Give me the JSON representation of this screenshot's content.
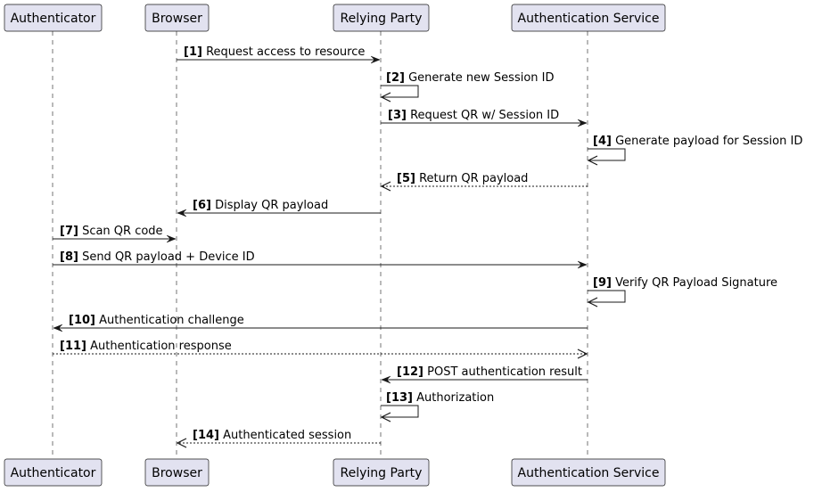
{
  "participants": [
    {
      "id": "authenticator",
      "label": "Authenticator"
    },
    {
      "id": "browser",
      "label": "Browser"
    },
    {
      "id": "relying_party",
      "label": "Relying Party"
    },
    {
      "id": "auth_service",
      "label": "Authentication Service"
    }
  ],
  "messages": [
    {
      "num": "[1]",
      "text": "Request access to resource",
      "from": "browser",
      "to": "relying_party",
      "style": "solid"
    },
    {
      "num": "[2]",
      "text": "Generate new Session ID",
      "from": "relying_party",
      "to": "relying_party",
      "style": "solid"
    },
    {
      "num": "[3]",
      "text": "Request QR w/ Session ID",
      "from": "relying_party",
      "to": "auth_service",
      "style": "solid"
    },
    {
      "num": "[4]",
      "text": "Generate payload for Session ID",
      "from": "auth_service",
      "to": "auth_service",
      "style": "solid"
    },
    {
      "num": "[5]",
      "text": "Return QR payload",
      "from": "auth_service",
      "to": "relying_party",
      "style": "dashed"
    },
    {
      "num": "[6]",
      "text": "Display QR payload",
      "from": "relying_party",
      "to": "browser",
      "style": "solid"
    },
    {
      "num": "[7]",
      "text": "Scan QR code",
      "from": "authenticator",
      "to": "browser",
      "style": "solid"
    },
    {
      "num": "[8]",
      "text": "Send QR payload + Device ID",
      "from": "authenticator",
      "to": "auth_service",
      "style": "solid"
    },
    {
      "num": "[9]",
      "text": "Verify QR Payload Signature",
      "from": "auth_service",
      "to": "auth_service",
      "style": "solid"
    },
    {
      "num": "[10]",
      "text": "Authentication challenge",
      "from": "auth_service",
      "to": "authenticator",
      "style": "solid"
    },
    {
      "num": "[11]",
      "text": "Authentication response",
      "from": "authenticator",
      "to": "auth_service",
      "style": "dashed"
    },
    {
      "num": "[12]",
      "text": "POST authentication result",
      "from": "auth_service",
      "to": "relying_party",
      "style": "solid"
    },
    {
      "num": "[13]",
      "text": "Authorization",
      "from": "relying_party",
      "to": "relying_party",
      "style": "solid"
    },
    {
      "num": "[14]",
      "text": "Authenticated session",
      "from": "relying_party",
      "to": "browser",
      "style": "dashed"
    }
  ]
}
